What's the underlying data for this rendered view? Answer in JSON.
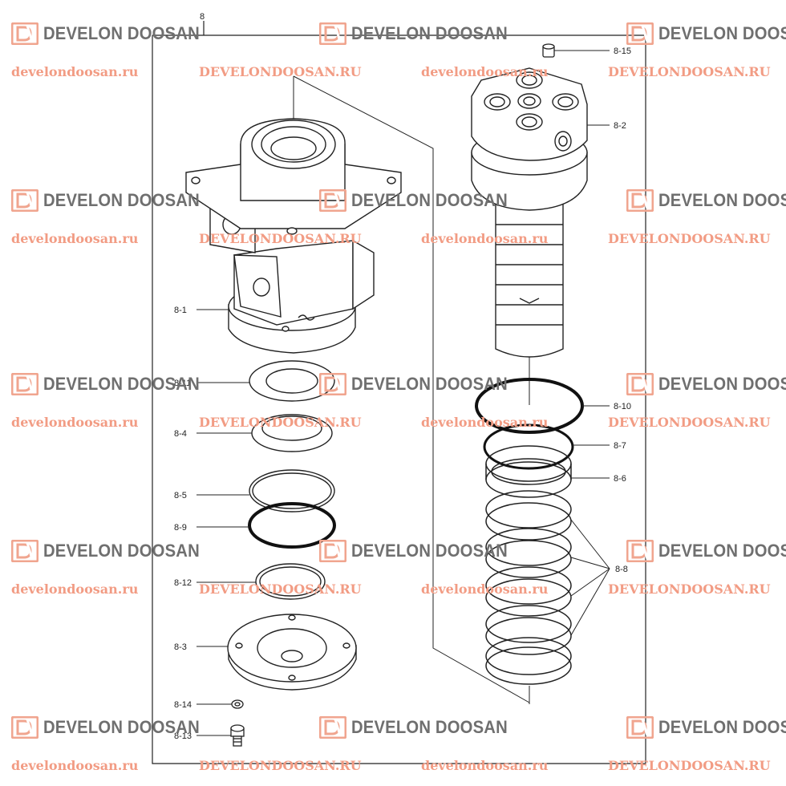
{
  "assembly_label": "8",
  "callouts": {
    "c8_1": "8-1",
    "c8_2": "8-2",
    "c8_3": "8-3",
    "c8_4": "8-4",
    "c8_5": "8-5",
    "c8_6": "8-6",
    "c8_7": "8-7",
    "c8_8": "8-8",
    "c8_9": "8-9",
    "c8_10": "8-10",
    "c8_11": "8-11",
    "c8_12": "8-12",
    "c8_13": "8-13",
    "c8_14": "8-14",
    "c8_15": "8-15"
  },
  "watermark": {
    "brand": "DEVELON DOOSAN",
    "url_lower": "develondoosan.ru",
    "url_upper": "DEVELONDOOSAN.RU",
    "logo_color": "#f0a58f",
    "text_color": "#6f6f6f",
    "url_color": "#f29c84"
  }
}
